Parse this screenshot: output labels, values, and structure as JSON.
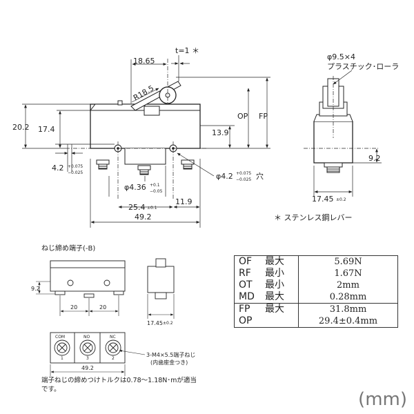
{
  "labels": {
    "dim_t1": "t=1 ＊",
    "dim_18_65": "18.65",
    "dim_r18_5": "R18.5",
    "dim_roller": "φ9.5×4",
    "roller_material": "プラスチック･ローラ",
    "dim_op": "OP",
    "dim_fp": "FP",
    "dim_20_2": "20.2",
    "dim_17_4": "17.4",
    "dim_13_9": "13.9",
    "dim_9_2": "9.2",
    "dim_4_2_base": "4.2",
    "dim_4_2_tol_up": "+0.075",
    "dim_4_2_tol_dn": "−0.025",
    "dim_4_36_base": "φ4.36",
    "dim_4_36_tol_up": "+0.1",
    "dim_4_36_tol_dn": "−0.05",
    "dim_hole_base": "φ4.2",
    "dim_hole_tol_up": "+0.075",
    "dim_hole_tol_dn": "−0.025",
    "dim_hole_suffix": "穴",
    "dim_25_4": "25.4",
    "dim_25_4_tol": "±0.1",
    "dim_11_9": "11.9",
    "dim_49_2": "49.2",
    "dim_17_45": "17.45",
    "dim_17_45_tol": "±0.2",
    "stainless_note": "＊ ステンレス鋼レバー"
  },
  "terminal": {
    "title": "ねじ締め端子(-B)",
    "dim_9_2": "9.2",
    "dim_20a": "20",
    "dim_20b": "20",
    "dim_17_45": "17.45",
    "dim_17_45_tol": "±0.2",
    "dim_49_2": "49.2",
    "com": "COM",
    "no": "NO",
    "nc": "NC",
    "num1": "1",
    "num3": "3",
    "num2": "2",
    "screw_note": "3-M4×5.5端子ねじ",
    "screw_note2": "(内歯座金つき)"
  },
  "torque_note": "端子ねじの締めつけトルクは0.78〜1.18N･mが適当です。",
  "specs": [
    {
      "code": "OF",
      "label": "最大",
      "value": "5.69N"
    },
    {
      "code": "RF",
      "label": "最小",
      "value": "1.67N"
    },
    {
      "code": "OT",
      "label": "最小",
      "value": "2mm"
    },
    {
      "code": "MD",
      "label": "最大",
      "value": "0.28mm"
    },
    {
      "code": "FP",
      "label": "最大",
      "value": "31.8mm"
    },
    {
      "code": "OP",
      "label": "",
      "value": "29.4±0.4mm"
    }
  ],
  "unit": "(mm)"
}
